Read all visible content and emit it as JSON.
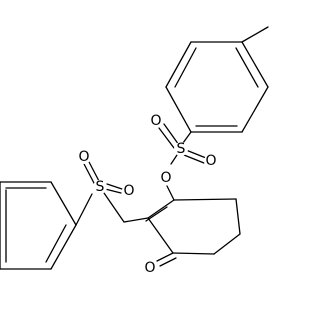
{
  "figure": {
    "kind": "chemical-structure",
    "background_color": "#ffffff",
    "line_color": "#000000"
  },
  "atom_labels": {
    "tosyl_sulfur": "S",
    "tosyl_oxygen_left": "O",
    "tosyl_oxygen_right": "O",
    "ester_oxygen": "O",
    "sulfone_sulfur": "S",
    "sulfone_oxygen_top": "O",
    "sulfone_oxygen_right": "O",
    "ketone_oxygen": "O"
  }
}
